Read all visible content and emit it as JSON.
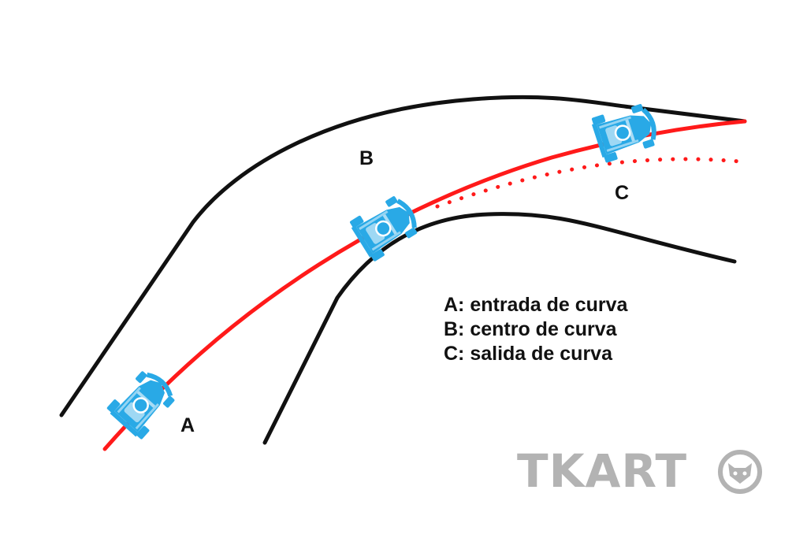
{
  "diagram": {
    "point_labels": {
      "a": "A",
      "b": "B",
      "c": "C"
    },
    "legend": [
      "A: entrada de curva",
      "B: centro de curva",
      "C: salida de curva"
    ],
    "colors": {
      "track_edge": "#111111",
      "racing_line": "#ff1a1a",
      "kart": "#29a9e6",
      "label": "#111111",
      "brand": "#b3b3b3"
    },
    "brand": {
      "name": "TKART",
      "logo_icon": "cat-head-icon"
    }
  }
}
